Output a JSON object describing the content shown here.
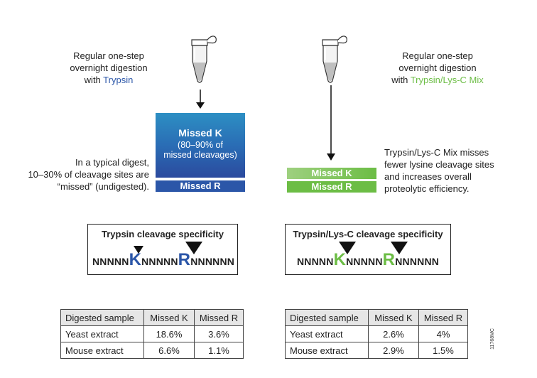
{
  "left": {
    "desc_line1": "Regular one-step",
    "desc_line2": "overnight digestion",
    "desc_with": "with ",
    "desc_enzyme": "Trypsin",
    "box_title": "Missed K",
    "box_sub1": "(80–90% of",
    "box_sub2": "missed cleavages)",
    "box_r": "Missed R",
    "note_line1": "In a typical digest,",
    "note_line2": "10–30% of cleavage sites are",
    "note_line3": "“missed” (undigested).",
    "spec_title": "Trypsin cleavage specificity",
    "seq_a": "NNNNN",
    "seq_k": "K",
    "seq_b": "NNNNN",
    "seq_r": "R",
    "seq_c": "NNNNNN"
  },
  "right": {
    "desc_line1": "Regular one-step",
    "desc_line2": "overnight digestion",
    "desc_with": "with ",
    "desc_enzyme": "Trypsin/Lys-C Mix",
    "bar_k": "Missed K",
    "bar_r": "Missed R",
    "note_line1": "Trypsin/Lys-C Mix misses",
    "note_line2": "fewer lysine cleavage sites",
    "note_line3": "and increases overall",
    "note_line4": "proteolytic efficiency.",
    "spec_title": "Trypsin/Lys-C cleavage specificity",
    "seq_a": "NNNNN",
    "seq_k": "K",
    "seq_b": "NNNNN",
    "seq_r": "R",
    "seq_c": "NNNNNN"
  },
  "tables": {
    "left": {
      "headers": [
        "Digested sample",
        "Missed K",
        "Missed R"
      ],
      "rows": [
        [
          "Yeast extract",
          "18.6%",
          "3.6%"
        ],
        [
          "Mouse extract",
          "6.6%",
          "1.1%"
        ]
      ]
    },
    "right": {
      "headers": [
        "Digested sample",
        "Missed K",
        "Missed R"
      ],
      "rows": [
        [
          "Yeast extract",
          "2.6%",
          "4%"
        ],
        [
          "Mouse extract",
          "2.9%",
          "1.5%"
        ]
      ]
    }
  },
  "figure_id": "11768MC",
  "colors": {
    "trypsin_blue": "#2b56a8",
    "lysc_green": "#6cbd45"
  }
}
